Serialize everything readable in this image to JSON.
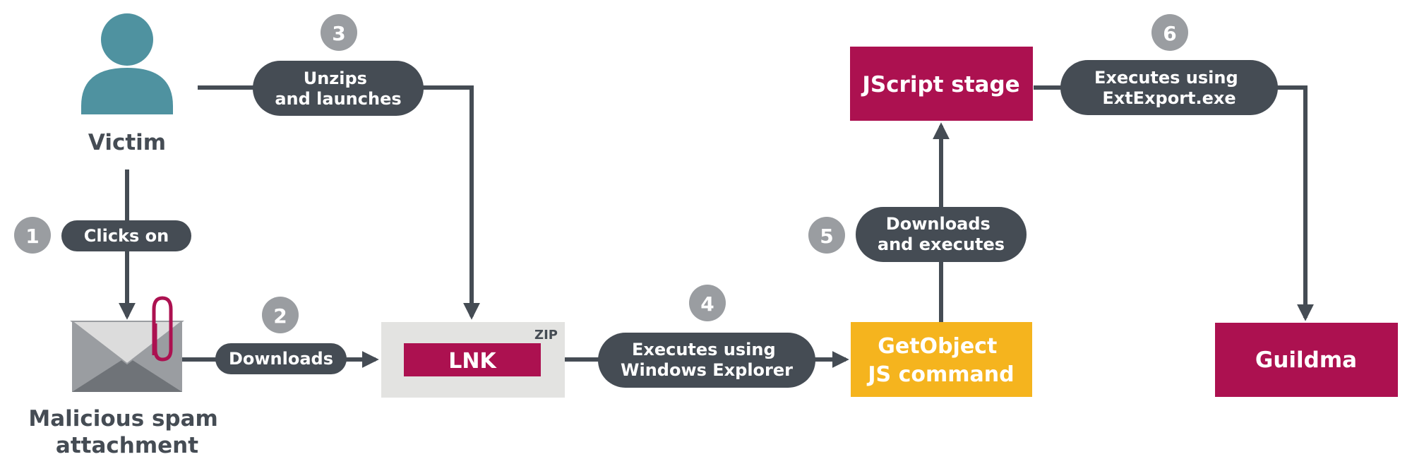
{
  "victim_label": "Victim",
  "attachment_label": [
    "Malicious spam",
    "attachment"
  ],
  "steps": {
    "s1": {
      "num": "1",
      "text": [
        "Clicks on"
      ]
    },
    "s2": {
      "num": "2",
      "text": [
        "Downloads"
      ]
    },
    "s3": {
      "num": "3",
      "text": [
        "Unzips",
        "and launches"
      ]
    },
    "s4": {
      "num": "4",
      "text": [
        "Executes using",
        "Windows Explorer"
      ]
    },
    "s5": {
      "num": "5",
      "text": [
        "Downloads",
        "and executes"
      ]
    },
    "s6": {
      "num": "6",
      "text": [
        "Executes using",
        "ExtExport.exe"
      ]
    }
  },
  "boxes": {
    "lnk": "LNK",
    "zip": "ZIP",
    "jscript": "JScript stage",
    "getobject": [
      "GetObject",
      "JS command"
    ],
    "guildma": "Guildma"
  },
  "colors": {
    "pill": "#454c54",
    "arrow": "#454c54",
    "badge": "#9a9da1",
    "magenta": "#ac1150",
    "amber": "#f5b41e",
    "teal": "#4f92a0",
    "zip_bg": "#e3e3e1",
    "text_dark": "#454c54"
  }
}
